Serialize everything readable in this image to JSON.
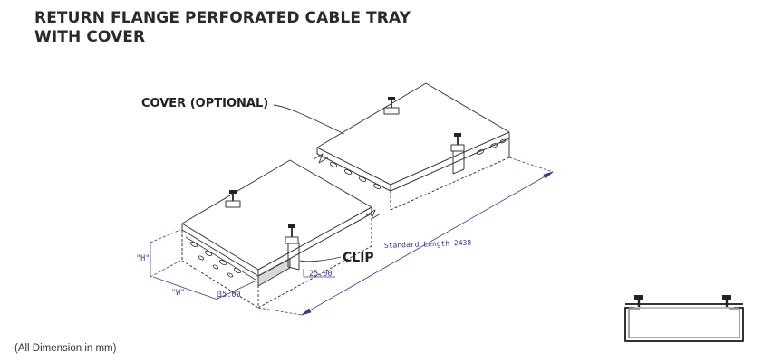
{
  "title": {
    "line1": "RETURN FLANGE PERFORATED CABLE TRAY",
    "line2": "WITH COVER"
  },
  "callouts": {
    "cover": "COVER (OPTIONAL)",
    "clip": "CLIP"
  },
  "dimensions": {
    "standard_length": "Standard  Length  2438",
    "height": "\"H\"",
    "width": "\"W\"",
    "flange": "35.00",
    "clip_width": "25.00"
  },
  "footnote": "(All Dimension in mm)",
  "colors": {
    "line": "#3a3a3a",
    "dimension": "#3a3a8c"
  }
}
